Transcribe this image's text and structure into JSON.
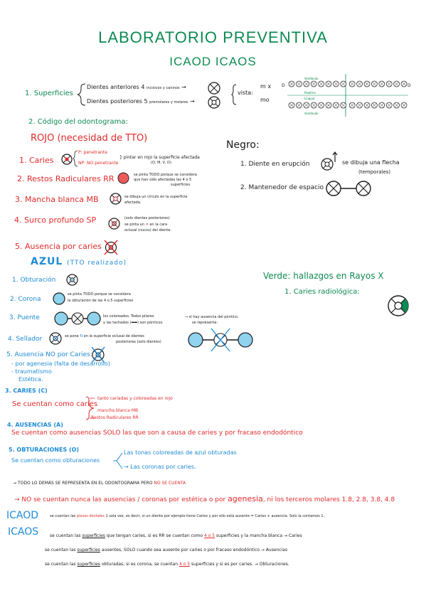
{
  "header": {
    "title": "LABORATORIO PREVENTIVA",
    "subtitle": "ICAOD ICAOS"
  },
  "superficies": {
    "heading": "1. Superficies",
    "anteriores": "Dientes anteriores 4",
    "anteriores_note": "incisivos y caninos",
    "posteriores": "Dientes posteriores",
    "posteriores_count": "5",
    "posteriores_note": "premolares y molares",
    "vista_label": "vista:",
    "mx": "m x",
    "mo": "mo",
    "chart_d_left": "D",
    "chart_d_right": "D",
    "chart_label_top": "Vestibular",
    "chart_label_mid": "Palatino",
    "chart_label_low": "Lingual",
    "chart_label_bot": "Vestibular",
    "chart_x_mark": "X"
  },
  "codigo": {
    "heading": "2. Código del odontograma:",
    "rojo_heading": "ROJO (necesidad de TTO)",
    "caries_label": "1. Caries",
    "caries_p": "P: penetrante",
    "caries_np": "NP: NO penetrante",
    "caries_desc1": "pintar en rojo la superficie afectada",
    "caries_desc2": "(O, M, V, D)",
    "restos_label": "2. Restos Radiculares RR",
    "restos_desc1": "se pinta TODO porque se considera",
    "restos_desc2": "que han sido afectadas las 4 o 5",
    "restos_desc3": "superficies",
    "mancha_label": "3. Mancha blanca MB",
    "mancha_desc1": "se dibuja un círculo en la superficie",
    "mancha_desc2": "afectada.",
    "surco_label": "4. Surco profundo SP",
    "surco_desc1": "(solo dientes posteriores)",
    "surco_desc2": "se pinta un",
    "surco_desc2b": "en la cara",
    "surco_desc3": "oclusal (nucos) del diente.",
    "ausencia_label": "5. Ausencia por caries",
    "negro_heading": "Negro:",
    "erupcion_label": "1. Diente en erupción",
    "erupcion_desc1": "se dibuja una flecha",
    "erupcion_desc2": "(temporales)",
    "mantenedor_label": "2. Mantenedor de espacio",
    "azul_heading": "AZUL",
    "azul_paren": "(TTO realizado)",
    "obturacion_label": "1. Obturación",
    "corona_label": "2. Corona",
    "corona_desc1": "se pinta TODO porque se considera",
    "corona_desc2": "la obturación de las 4 o 5 superficies",
    "puente_label": "3. Puente",
    "puente_desc1": "los coloreados: Todos pilares",
    "puente_desc2": "y las tachados",
    "puente_desc2b": "son pónticos.",
    "puente_desc3": "si hay ausencia del póntico,",
    "puente_desc4": "se representa:",
    "sellador_label": "4. Sellador",
    "sellador_desc1": "se pone",
    "sellador_desc1b": "en la superficie oclusal de dientes",
    "sellador_desc2": "posteriores (solo dientes)",
    "ausencia_no_label": "5. Ausencia NO por Caries:",
    "ausencia_no_1": "- por agenesia (falta de desarrollo)",
    "ausencia_no_2": "- traumatismo",
    "ausencia_no_3": "Estética.",
    "verde_heading": "Verde: hallazgos en Rayos X",
    "verde_item": "1. Caries radiológica:"
  },
  "section3": {
    "heading": "3. CARIES (C)",
    "text": "Se cuentan como caries",
    "b1": "tanto cariadas y coloreadas en rojo",
    "b2": "mancha blanca MB",
    "b3": "Restos Radiculares RR"
  },
  "section4": {
    "heading": "4. AUSENCIAS (A)",
    "text": "Se cuentan como ausencias SOLO las que son a causa de caries y por fracaso endodóntico"
  },
  "section5": {
    "heading": "5. OBTURACIONES (O)",
    "text": "Se cuentan como obturaciones",
    "b1": "Las tonas coloreadas de azul obturadas",
    "b2": "Las coronas por caries."
  },
  "notes": {
    "todo_a": "TODO LO DEMÁS SE REPRESENTA EN EL ODONTOGRAMA PERO",
    "todo_b": "NO SE CUENTA",
    "no_cuentan_a": "NO se cuentan nunca las ausencias / coronas por estética o por",
    "no_cuentan_b": "agenesia",
    "no_cuentan_c": ", ni los terceros molares 1.8, 2.8, 3.8, 4.8"
  },
  "icaod": {
    "label": "ICAOD",
    "text_a": "se cuentan las",
    "text_b": "piezas dentales",
    "text_c": "1 sola vez, es decir, si un diente por ejemplo tiene Caries y por ello está ausente = Caries + ausencia. Solo la contamos 1."
  },
  "icaos": {
    "label": "ICAOS",
    "l1_a": "se cuentan las",
    "l1_b": "superficies",
    "l1_c": "que tengan caries, si es RR se cuentan como",
    "l1_d": "4 o 5",
    "l1_e": "superficies y la mancha blanca",
    "l1_f": "Caries",
    "l2_a": "se cuentan las",
    "l2_b": "superficies",
    "l2_c": "ausentes, SOLO cuando sea ausente por caries o por fracaso endodóntico",
    "l2_d": "Ausencias",
    "l3_a": "se cuentan las",
    "l3_b": "superficies",
    "l3_c": "obturadas; si es corona, se cuentan",
    "l3_d": "4 o 5",
    "l3_e": "superficies y si es por caries.",
    "l3_f": "Obturaciones."
  },
  "colors": {
    "green": "#0e8a52",
    "red": "#e02a2a",
    "blue": "#1e8bd6",
    "tooth_fill_red": "#ee5a5a",
    "tooth_fill_blue": "#8fd3ee"
  }
}
